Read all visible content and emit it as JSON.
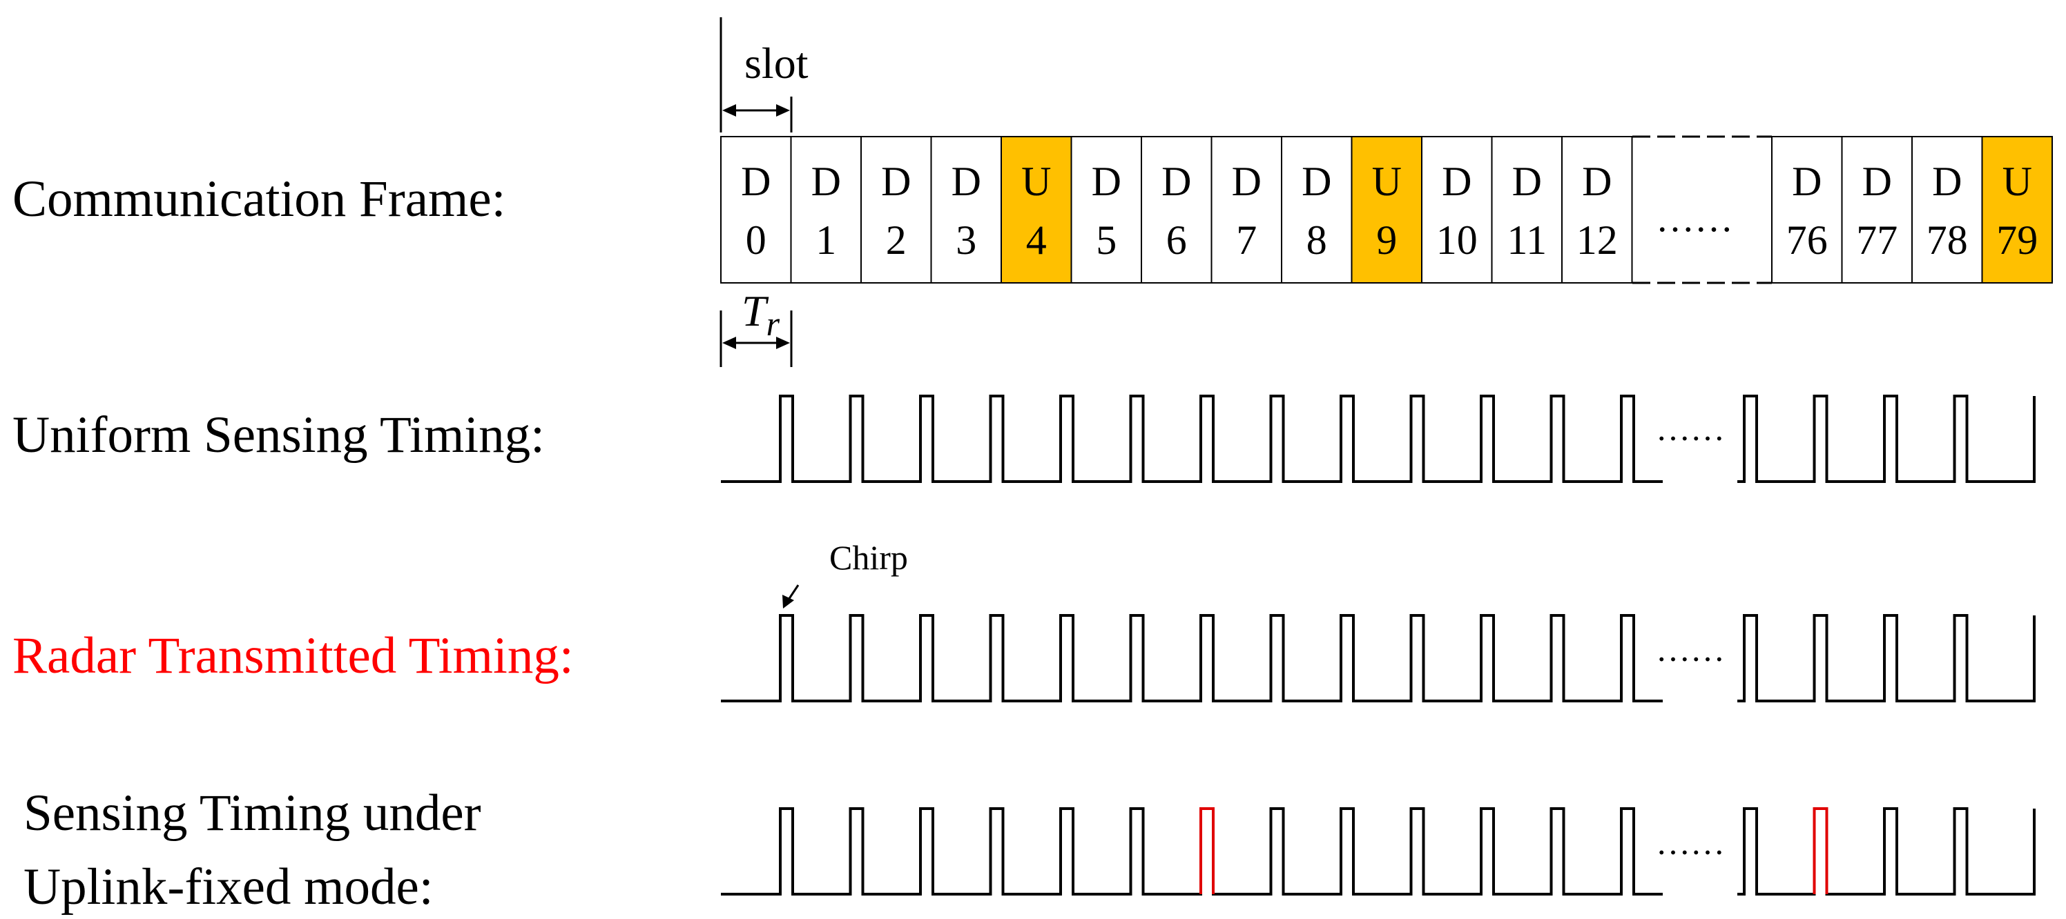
{
  "labels": {
    "comm": "Communication  Frame:",
    "uniform": "Uniform Sensing Timing:",
    "radar": "Radar Transmitted Timing:",
    "uplink_1": "Sensing Timing under",
    "uplink_2": "Uplink-fixed mode:"
  },
  "annotations": {
    "slot": "slot",
    "tr_main": "T",
    "tr_sub": "r",
    "chirp": "Chirp"
  },
  "ellipsis": "……",
  "colors": {
    "uplink_fill": "#FFC000",
    "text": "#000000",
    "radar_label": "#FF0000",
    "highlight_pulse": "#E00000"
  },
  "frame_slots_before_gap": [
    {
      "type": "D",
      "index": "0"
    },
    {
      "type": "D",
      "index": "1"
    },
    {
      "type": "D",
      "index": "2"
    },
    {
      "type": "D",
      "index": "3"
    },
    {
      "type": "U",
      "index": "4"
    },
    {
      "type": "D",
      "index": "5"
    },
    {
      "type": "D",
      "index": "6"
    },
    {
      "type": "D",
      "index": "7"
    },
    {
      "type": "D",
      "index": "8"
    },
    {
      "type": "U",
      "index": "9"
    },
    {
      "type": "D",
      "index": "10"
    },
    {
      "type": "D",
      "index": "11"
    },
    {
      "type": "D",
      "index": "12"
    }
  ],
  "frame_slots_after_gap": [
    {
      "type": "D",
      "index": "76"
    },
    {
      "type": "D",
      "index": "77"
    },
    {
      "type": "D",
      "index": "78"
    },
    {
      "type": "U",
      "index": "79"
    }
  ],
  "waveforms": {
    "pulses_before_gap": 13,
    "pulses_after_gap": 4,
    "uplink_fixed_red_pulse_before_gap": 7,
    "uplink_fixed_red_pulse_after_gap": 2
  }
}
